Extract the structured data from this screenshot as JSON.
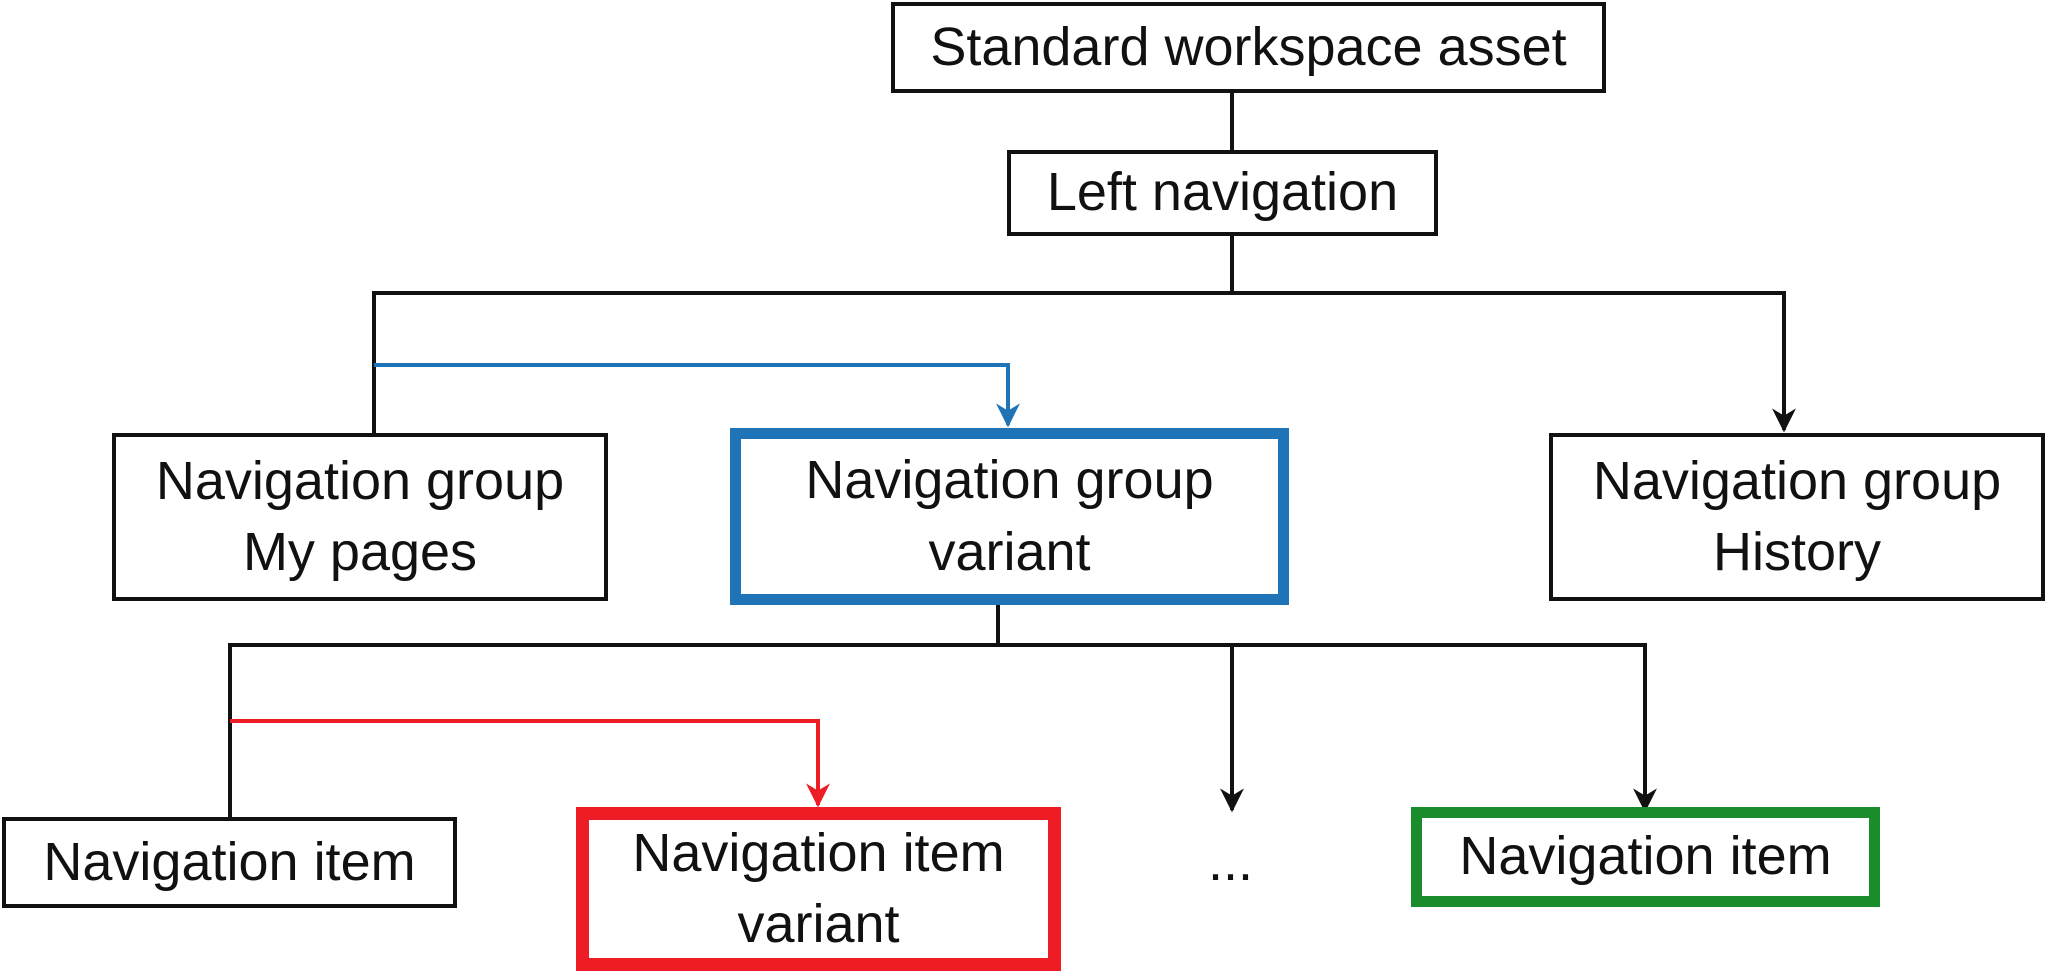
{
  "colors": {
    "line": "#111111",
    "blue_accent": "#1f74b8",
    "red_accent": "#ee1c24",
    "green_accent": "#1a8c2c"
  },
  "nodes": {
    "root": {
      "line1": "Standard workspace asset"
    },
    "left_nav": {
      "line1": "Left navigation"
    },
    "group_my_pages": {
      "line1": "Navigation group",
      "line2": "My pages"
    },
    "group_variant": {
      "line1": "Navigation group",
      "line2": "variant"
    },
    "group_history": {
      "line1": "Navigation group",
      "line2": "History"
    },
    "item": {
      "line1": "Navigation item"
    },
    "item_variant": {
      "line1": "Navigation item",
      "line2": "variant"
    },
    "more": {
      "text": "..."
    },
    "item_green": {
      "line1": "Navigation item"
    }
  }
}
